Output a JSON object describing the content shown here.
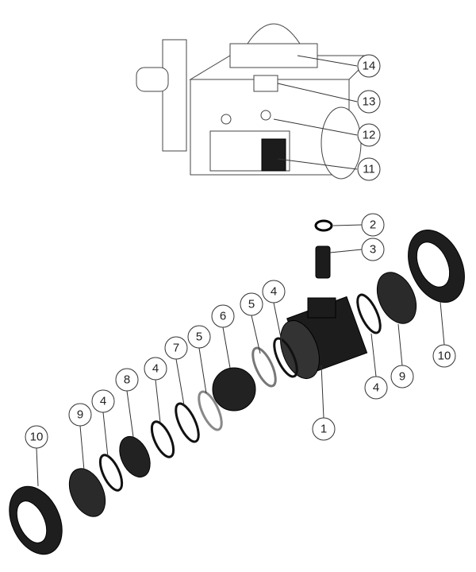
{
  "diagram": {
    "title": "Pneumatic actuated ball valve exploded view",
    "callouts": {
      "c14": "14",
      "c13": "13",
      "c12": "12",
      "c11": "11",
      "c2": "2",
      "c3": "3",
      "c1": "1",
      "c4a": "4",
      "c4b": "4",
      "c4c": "4",
      "c4d": "4",
      "c5a": "5",
      "c5b": "5",
      "c6": "6",
      "c7": "7",
      "c8": "8",
      "c9a": "9",
      "c9b": "9",
      "c10a": "10",
      "c10b": "10"
    }
  }
}
